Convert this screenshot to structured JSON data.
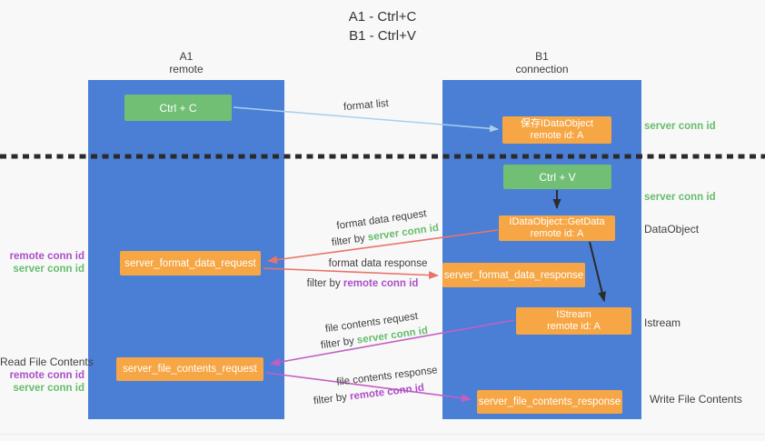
{
  "title": {
    "line1": "A1 - Ctrl+C",
    "line2": "B1 - Ctrl+V"
  },
  "columns": {
    "left": {
      "name": "A1",
      "subtitle": "remote"
    },
    "right": {
      "name": "B1",
      "subtitle": "connection"
    }
  },
  "nodes": {
    "ctrl_c": {
      "label": "Ctrl + C"
    },
    "ctrl_v": {
      "label": "Ctrl + V"
    },
    "save_dataobject": {
      "line1": "保存IDataObject",
      "line2": "remote id: A"
    },
    "getdata": {
      "line1": "IDataObject::GetData",
      "line2": "remote id: A"
    },
    "istream": {
      "line1": "IStream",
      "line2": "remote id: A"
    },
    "format_request": {
      "label": "server_format_data_request"
    },
    "format_response": {
      "label": "server_format_data_response"
    },
    "file_request": {
      "label": "server_file_contents_request"
    },
    "file_response": {
      "label": "server_file_contents_response"
    }
  },
  "flows": {
    "format_list": "format list",
    "format_request": "format data request",
    "format_response": "format data response",
    "file_request": "file contents request",
    "file_response": "file contents response",
    "filter_prefix": "filter by",
    "server_conn_id": "server conn id",
    "remote_conn_id": "remote conn id"
  },
  "annotations": {
    "right": {
      "server_conn_top": "server conn id",
      "server_conn_mid": "server conn id",
      "dataobject": "DataObject",
      "istream": "Istream",
      "write_file": "Write File Contents"
    },
    "left": {
      "remote_conn_upper": "remote conn id",
      "server_conn_upper": "server conn id",
      "read_file": "Read File Contents",
      "remote_conn_lower": "remote conn id",
      "server_conn_lower": "server conn id"
    }
  },
  "colors": {
    "column_blue": "#4a7fd5",
    "node_orange": "#f6a644",
    "key_green": "#71bf75",
    "text_green": "#67bd6c",
    "text_purple": "#ab4fc8",
    "arrow_red": "#e8746a",
    "arrow_magenta": "#c45ec4",
    "arrow_blue": "#a9cfec",
    "arrow_black": "#2b2b2b"
  }
}
